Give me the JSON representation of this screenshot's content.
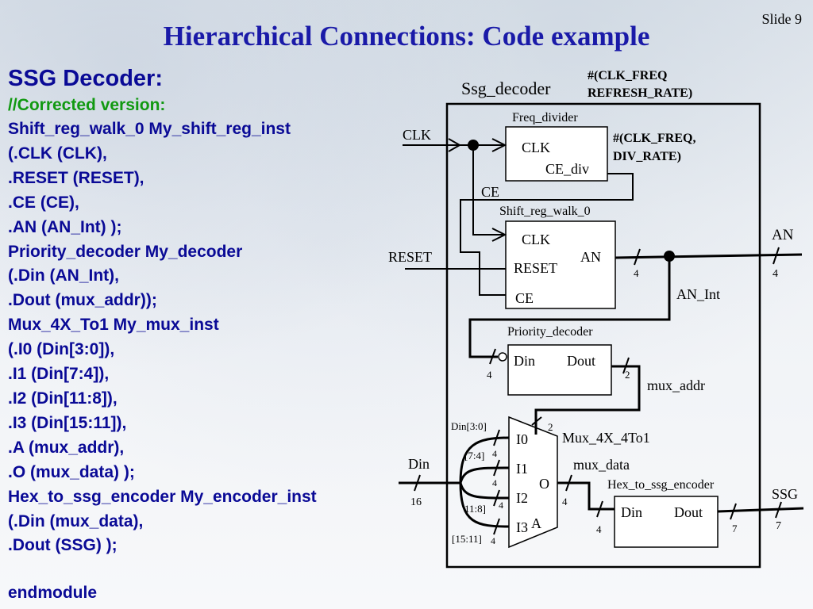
{
  "slide_number": "Slide 9",
  "title": "Hierarchical Connections: Code example",
  "code": {
    "heading": "SSG Decoder:",
    "comment": "//Corrected version:",
    "lines": [
      "Shift_reg_walk_0 My_shift_reg_inst",
      "(.CLK (CLK),",
      ".RESET (RESET),",
      ".CE (CE),",
      ".AN (AN_Int) );",
      "Priority_decoder My_decoder",
      "(.Din (AN_Int),",
      ".Dout (mux_addr));",
      "Mux_4X_To1 My_mux_inst",
      "(.I0 (Din[3:0]),",
      ".I1 (Din[7:4]),",
      ".I2 (Din[11:8]),",
      ".I3 (Din[15:11]),",
      ".A (mux_addr),",
      ".O (mux_data) );",
      "Hex_to_ssg_encoder My_encoder_inst",
      "(.Din (mux_data),",
      ".Dout (SSG) );"
    ],
    "end": "endmodule"
  },
  "diagram": {
    "module_name": "Ssg_decoder",
    "module_params_1": "#(CLK_FREQ",
    "module_params_2": "REFRESH_RATE)",
    "freq_divider": {
      "name": "Freq_divider",
      "port_clk": "CLK",
      "port_ce_div": "CE_div",
      "params_1": "#(CLK_FREQ,",
      "params_2": "DIV_RATE)"
    },
    "shift_reg": {
      "name": "Shift_reg_walk_0",
      "port_clk": "CLK",
      "port_reset": "RESET",
      "port_ce": "CE",
      "port_an": "AN"
    },
    "priority_decoder": {
      "name": "Priority_decoder",
      "port_din": "Din",
      "port_dout": "Dout"
    },
    "mux": {
      "name": "Mux_4X_4To1",
      "port_i0": "I0",
      "port_i1": "I1",
      "port_i2": "I2",
      "port_i3": "I3",
      "port_o": "O",
      "port_a": "A"
    },
    "encoder": {
      "name": "Hex_to_ssg_encoder",
      "port_din": "Din",
      "port_dout": "Dout"
    },
    "signals": {
      "clk": "CLK",
      "ce": "CE",
      "reset": "RESET",
      "an": "AN",
      "an_int": "AN_Int",
      "mux_addr": "mux_addr",
      "mux_data": "mux_data",
      "din": "Din",
      "ssg": "SSG",
      "din_3_0": "Din[3:0]",
      "din_7_4": "[7:4]",
      "din_11_8": "11:8]",
      "din_15_11": "[15:11]"
    },
    "widths": {
      "an_int": "4",
      "an": "4",
      "dec_in": "4",
      "dec_out": "2",
      "mux_sel": "2",
      "i0": "4",
      "i1": "4",
      "i2": "4",
      "i3": "4",
      "din": "16",
      "mux_out": "4",
      "enc_in": "4",
      "enc_out": "7",
      "ssg": "7"
    }
  }
}
